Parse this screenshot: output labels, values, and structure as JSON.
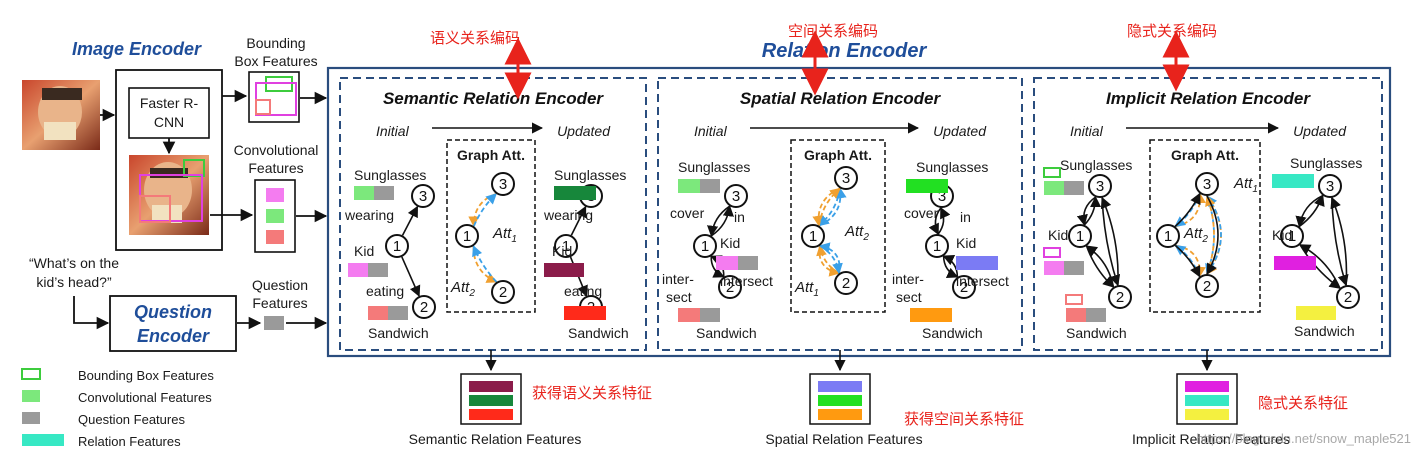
{
  "image_encoder": {
    "title": "Image Encoder",
    "detector": "Faster R-CNN",
    "detector_line1": "Faster R-",
    "detector_line2": "CNN"
  },
  "question_encoder": {
    "title_line1": "Question",
    "title_line2": "Encoder",
    "question_line1": "“What’s on the",
    "question_line2": "kid’s head?”"
  },
  "features": {
    "bbox_line1": "Bounding",
    "bbox_line2": "Box Features",
    "conv_line1": "Convolutional",
    "conv_line2": "Features",
    "q_line1": "Question",
    "q_line2": "Features"
  },
  "relation_encoder": {
    "title": "Relation Encoder"
  },
  "encoders": [
    {
      "title_a": "Semantic",
      "title_b": "Relation Encoder",
      "cn_label": "语义关系编码",
      "cn_output": "获得语义关系特征",
      "output_label": "Semantic Relation Features"
    },
    {
      "title_a": "Spatial",
      "title_b": "Relation Encoder",
      "cn_label": "空间关系编码",
      "cn_output": "获得空间关系特征",
      "output_label": "Spatial Relation Features"
    },
    {
      "title_a": "Implicit",
      "title_b": "Relation Encoder",
      "cn_label": "隐式关系编码",
      "cn_output": "隐式关系特征",
      "output_label": "Implicit Relation Features"
    }
  ],
  "graph": {
    "initial": "Initial",
    "updated": "Updated",
    "graph_att": "Graph Att.",
    "sunglasses": "Sunglasses",
    "kid": "Kid",
    "sandwich": "Sandwich",
    "wearing": "wearing",
    "eating": "eating",
    "cover": "cover",
    "in": "in",
    "intersect": "intersect",
    "inter": "inter-",
    "sect": "sect",
    "att": "Att",
    "sub1": "1",
    "sub2": "2",
    "n1": "1",
    "n2": "2",
    "n3": "3"
  },
  "legend": [
    {
      "label": "Bounding Box  Features",
      "color": "#3dcc3d",
      "style": "outline"
    },
    {
      "label": "Convolutional  Features",
      "color": "#7ce87c",
      "style": "fill"
    },
    {
      "label": "Question  Features",
      "color": "#9a9a9a",
      "style": "fill"
    },
    {
      "label": "Relation  Features",
      "color": "#37e8c4",
      "style": "fill"
    }
  ],
  "watermark": "https://blog.csdn.net/snow_maple521",
  "colors": {
    "border_blue": "#2a4d7e",
    "title_blue": "#1f4e9a",
    "cn_red": "#e8231c",
    "conv_green": "#7ce87c",
    "bbox_green": "#3dcc3d",
    "question_gray": "#9a9a9a",
    "pink": "#f47cf0",
    "salmon": "#f47a7a",
    "relation_cyan": "#37e8c4",
    "sem_dark_green": "#17873b",
    "sem_maroon": "#8b1c4a",
    "sem_red": "#ff2a1a",
    "spa_bright_green": "#22e022",
    "spa_violet": "#7b7bf4",
    "spa_orange": "#ff9a10",
    "imp_magenta": "#e020e0",
    "imp_yellow": "#f4f040",
    "arrow_orange": "#f0a030",
    "arrow_blue": "#3aa0e8"
  }
}
